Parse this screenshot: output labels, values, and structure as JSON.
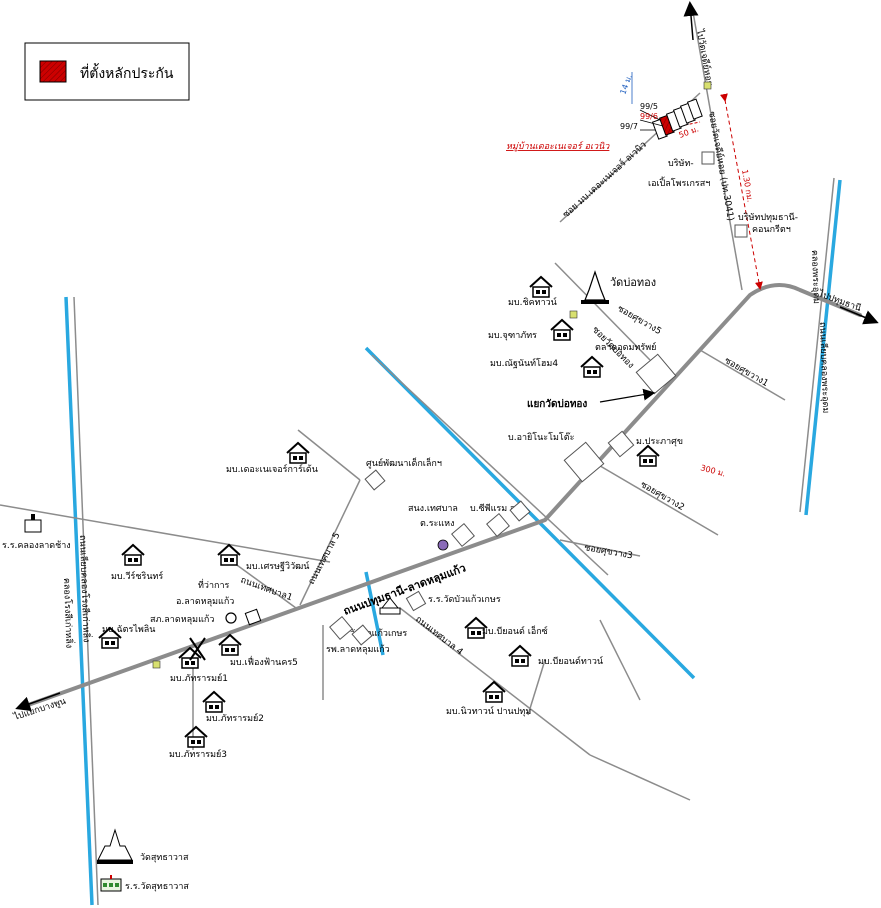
{
  "legend": {
    "label": "ที่ตั้งหลักประกัน",
    "swatch_color": "#cc0000"
  },
  "road_labels": {
    "main_road": "ถนนปทุมธานี-ลาดหลุมแก้ว",
    "to_top": "ไปวัดเจดีย์หอย",
    "to_right": "ไปปทุมธานี",
    "to_left": "ไปแยกบางพูน",
    "soi_wat_chedi_hoi": "ซอยวัดเจดีย์หอย (ปท.3041)",
    "soi_the_nature": "ซอย มบ.เดอะเนเจอร์ อเวนิว",
    "tessaban1": "ถนนเทศบาล1",
    "tessaban4": "ถนนเทศบาล 4",
    "tessaban5": "ถนนเทศบาล 5",
    "soi_sukhapracha1": "ซอยศุขวาง1",
    "soi_sukhapracha2": "ซอยศุขวาง2",
    "soi_sukhapracha3": "ซอยศุขวาง3",
    "soi_sukhapracha5": "ซอยศุขวาง5",
    "soi_wat_bo_thong": "ซอยวัดบ่อทอง",
    "road_left_canal": "ถนนเลียบคลองโรงสีเก่าหลิ่ง",
    "road_right_canal": "ถนนเลียบคลองพระอุดม"
  },
  "canal_labels": {
    "left": "คลองโรงสีเก่าหลิ่ง",
    "right": "คลองพระอุดม"
  },
  "measurements": {
    "width_14m": "14 ม.",
    "dist_50m": "50 ม.",
    "dist_1_3km": "1.30 กม.",
    "dist_300m": "300 ม."
  },
  "parcels": {
    "p1": "99/5",
    "p2": "99/6",
    "p3": "99/7"
  },
  "project_name": "หมู่บ้านเดอะเนเจอร์ อเวนิว",
  "places": {
    "company_apple": "บริษัท-\nเอเปิ้ลโพรเกรสฯ",
    "company_apple_l1": "บริษัท-",
    "company_apple_l2": "เอเปิ้ลโพรเกรสฯ",
    "company_concrete_l1": "บริษัทปทุมธานี-",
    "company_concrete_l2": "คอนกรีตฯ",
    "wat_bo_thong": "วัดบ่อทอง",
    "mb_chic_town": "มบ.ชิคทาวน์",
    "mb_jutha": "มบ.จุฑาภัทร",
    "mb_nat_home4": "มบ.ณัฐนันท์โฮม4",
    "talad": "ตลาดอุดมทรัพย์",
    "yaek_wat_bo_thong": "แยกวัดบ่อทอง",
    "b_araimoto": "บ.อายิโนะโมโต๊ะ",
    "mb_prapasuk": "ม.ประภาศุข",
    "mb_the_nature_garden": "มบ.เดอะเนเจอร์การ์เด้น",
    "child_center": "ศูนย์พัฒนาเด็กเล็กฯ",
    "tessaban_office": "สนง.เทศบาล",
    "b_cpram": "บ.ซีพีแรม จก.",
    "t_rahaeng": "ต.ระแหง",
    "mb_setthawiwat": "มบ.เศรษฐีวิวัฒน์",
    "mb_wirachin": "มบ.วีร์ชรินทร์",
    "rr_klong_lad": "ร.ร.คลองลาดช้าง",
    "district_office": "ที่ว่าการ",
    "amphoe": "อ.ลาดหลุมแก้ว",
    "police": "สภ.ลาดหลุมแก้ว",
    "mb_chatraphan": "มบ.ฉัตรไพลิน",
    "mb_pattaram1": "มบ.ภัทรารมย์1",
    "mb_pattaram2": "มบ.ภัทรารมย์2",
    "mb_pattaram3": "มบ.ภัทรารมย์3",
    "mb_fueangfa5": "มบ.เฟื่องฟ้านคร5",
    "wat_bua_kaew": "วัดบัวแก้วเกษร",
    "rr_wat_bua": "ร.ร.วัดบัวแก้วเกษร",
    "hospital": "รพ.ลาดหลุมแก้ว",
    "mb_biyond_dex": "มบ.บียอนด์ เอ็กซ์",
    "mb_biyond_town": "มบ.บียอนด์ทาวน์",
    "mb_niw_town": "มบ.นิวทาวน์ ปานปทุม",
    "wat_sutharawat": "วัดสุทธาวาส",
    "rr_wat_sutharawat": "ร.ร.วัดสุทธาวาส"
  }
}
